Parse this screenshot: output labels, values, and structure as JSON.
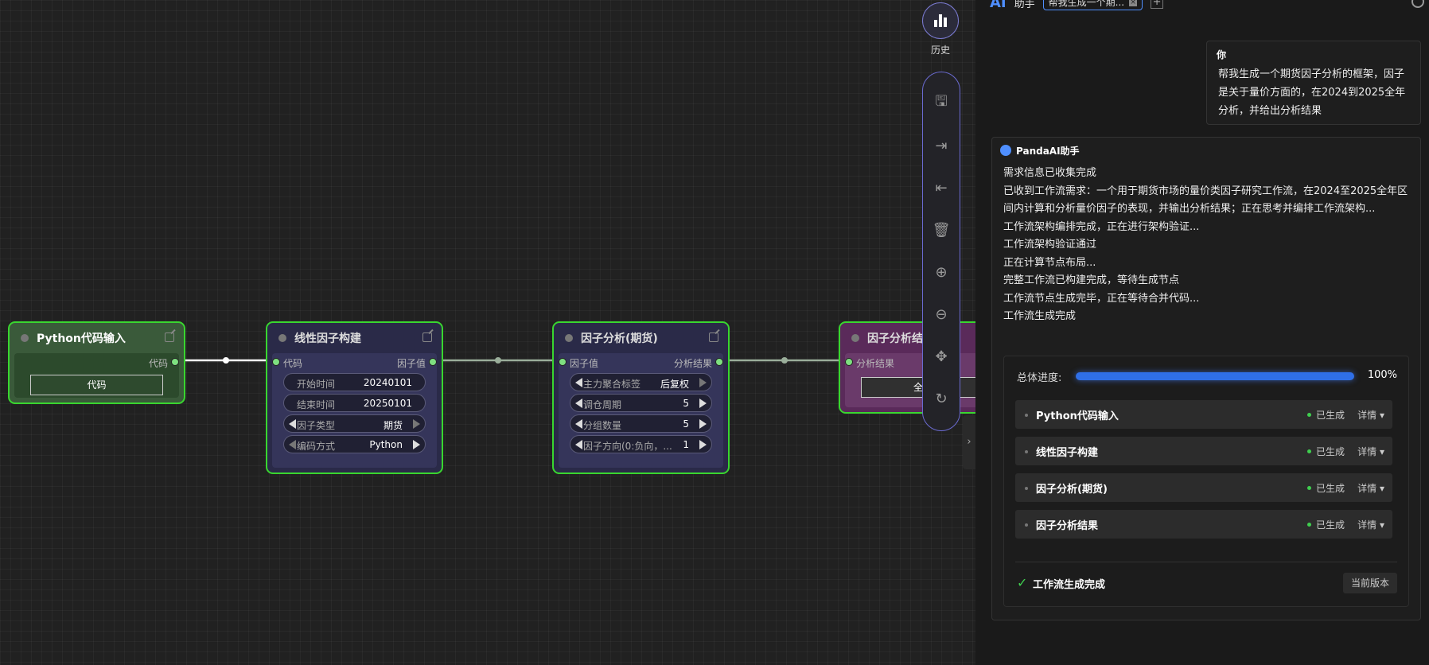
{
  "canvas": {
    "nodes": [
      {
        "title": "Python代码输入",
        "output": "代码",
        "code_button": "代码"
      },
      {
        "title": "线性因子构建",
        "input": "代码",
        "output": "因子值",
        "widgets": [
          {
            "label": "开始时间",
            "value": "20240101"
          },
          {
            "label": "结束时间",
            "value": "20250101"
          },
          {
            "label": "因子类型",
            "value": "期货"
          },
          {
            "label": "编码方式",
            "value": "Python"
          }
        ]
      },
      {
        "title": "因子分析(期货)",
        "input": "因子值",
        "output": "分析结果",
        "widgets": [
          {
            "label": "主力聚合标签",
            "value": "后复权"
          },
          {
            "label": "调仓周期",
            "value": "5"
          },
          {
            "label": "分组数量",
            "value": "5"
          },
          {
            "label": "因子方向(0:负向，...",
            "value": "1"
          }
        ]
      },
      {
        "title": "因子分析结果",
        "input": "分析结果",
        "result_button": "全局"
      }
    ]
  },
  "toolbar": {
    "history_label": "历史",
    "collapse_glyph": "›",
    "tools": [
      {
        "icon": "save-icon",
        "glyph": "🖫"
      },
      {
        "icon": "export-icon",
        "glyph": "⇥"
      },
      {
        "icon": "import-icon",
        "glyph": "⇤"
      },
      {
        "icon": "delete-icon",
        "glyph": "🗑"
      },
      {
        "icon": "zoom-in-icon",
        "glyph": "⊕"
      },
      {
        "icon": "zoom-out-icon",
        "glyph": "⊖"
      },
      {
        "icon": "move-icon",
        "glyph": "✥"
      },
      {
        "icon": "reset-icon",
        "glyph": "↻"
      }
    ]
  },
  "panel": {
    "logo": "AI",
    "title": "助手",
    "tab_label": "帮我生成一个期...",
    "tab_close": "×",
    "tab_add": "+",
    "user": {
      "name": "你",
      "message": "帮我生成一个期货因子分析的框架，因子是关于量价方面的，在2024到2025全年分析，并给出分析结果"
    },
    "assistant": {
      "name": "PandaAI助手",
      "lines": [
        "需求信息已收集完成",
        "已收到工作流需求：一个用于期货市场的量价类因子研究工作流，在2024至2025全年区间内计算和分析量价因子的表现，并输出分析结果；正在思考并编排工作流架构...",
        "工作流架构编排完成，正在进行架构验证...",
        "工作流架构验证通过",
        "正在计算节点布局...",
        "完整工作流已构建完成，等待生成节点",
        "工作流节点生成完毕，正在等待合并代码...",
        "工作流生成完成"
      ],
      "progress": {
        "label": "总体进度:",
        "percent_text": "100%",
        "fraction": 1.0
      },
      "steps": [
        {
          "name": "Python代码输入",
          "status": "已生成",
          "detail": "详情 ▾"
        },
        {
          "name": "线性因子构建",
          "status": "已生成",
          "detail": "详情 ▾"
        },
        {
          "name": "因子分析(期货)",
          "status": "已生成",
          "detail": "详情 ▾"
        },
        {
          "name": "因子分析结果",
          "status": "已生成",
          "detail": "详情 ▾"
        }
      ],
      "done_check": "✓",
      "done_text": "工作流生成完成",
      "version_button": "当前版本"
    }
  },
  "colors": {
    "node_border": "#39d62f",
    "accent_blue": "#2f6fe8",
    "success_green": "#3fcf4f"
  }
}
